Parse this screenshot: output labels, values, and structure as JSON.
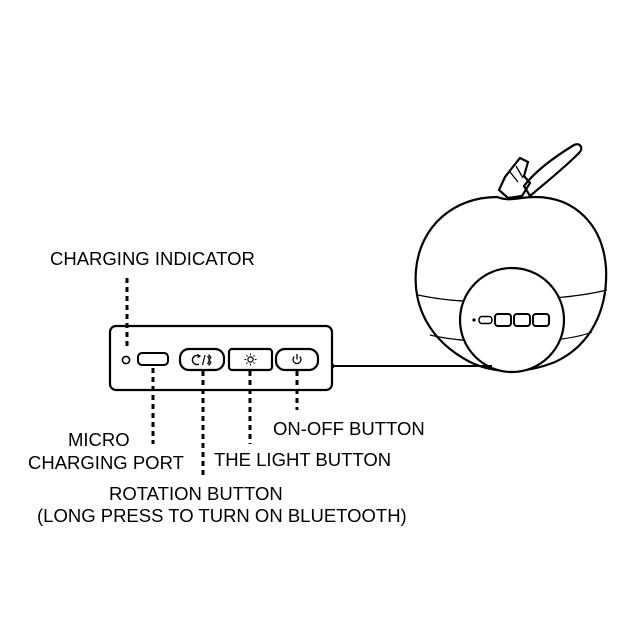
{
  "labels": {
    "charging_indicator": "CHARGING INDICATOR",
    "micro_line1": "MICRO",
    "micro_line2": "CHARGING PORT",
    "on_off": "ON-OFF BUTTON",
    "light": "THE LIGHT BUTTON",
    "rotation_line1": "ROTATION BUTTON",
    "rotation_line2": "(LONG PRESS TO TURN ON BLUETOOTH)"
  },
  "icons": {
    "rotation_bluetooth": "rotation-bluetooth-icon",
    "light": "sun-icon",
    "power": "power-icon"
  }
}
